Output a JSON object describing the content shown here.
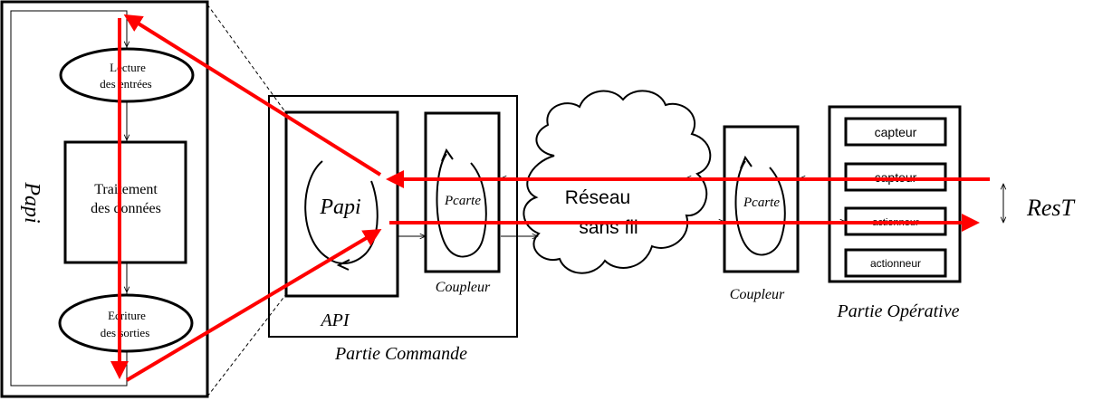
{
  "papi_detail": {
    "title": "Papi",
    "lecture_line1": "Lecture",
    "lecture_line2": "des entrées",
    "traitement_line1": "Traitement",
    "traitement_line2": "des données",
    "ecriture_line1": "Ecriture",
    "ecriture_line2": "des sorties"
  },
  "commande": {
    "api_label": "API",
    "papi_label": "Papi",
    "pcarte_label": "Pcarte",
    "coupleur_label": "Coupleur",
    "caption": "Partie Commande"
  },
  "reseau": {
    "line1": "Réseau",
    "line2": "sans fil"
  },
  "operative": {
    "pcarte_label": "Pcarte",
    "coupleur_label": "Coupleur",
    "caption": "Partie Opérative",
    "items": [
      "capteur",
      "capteur",
      "actionneur",
      "actionneur"
    ]
  },
  "rest_label": "ResT",
  "colors": {
    "arrow_red": "#ff0000",
    "line_black": "#000000"
  }
}
